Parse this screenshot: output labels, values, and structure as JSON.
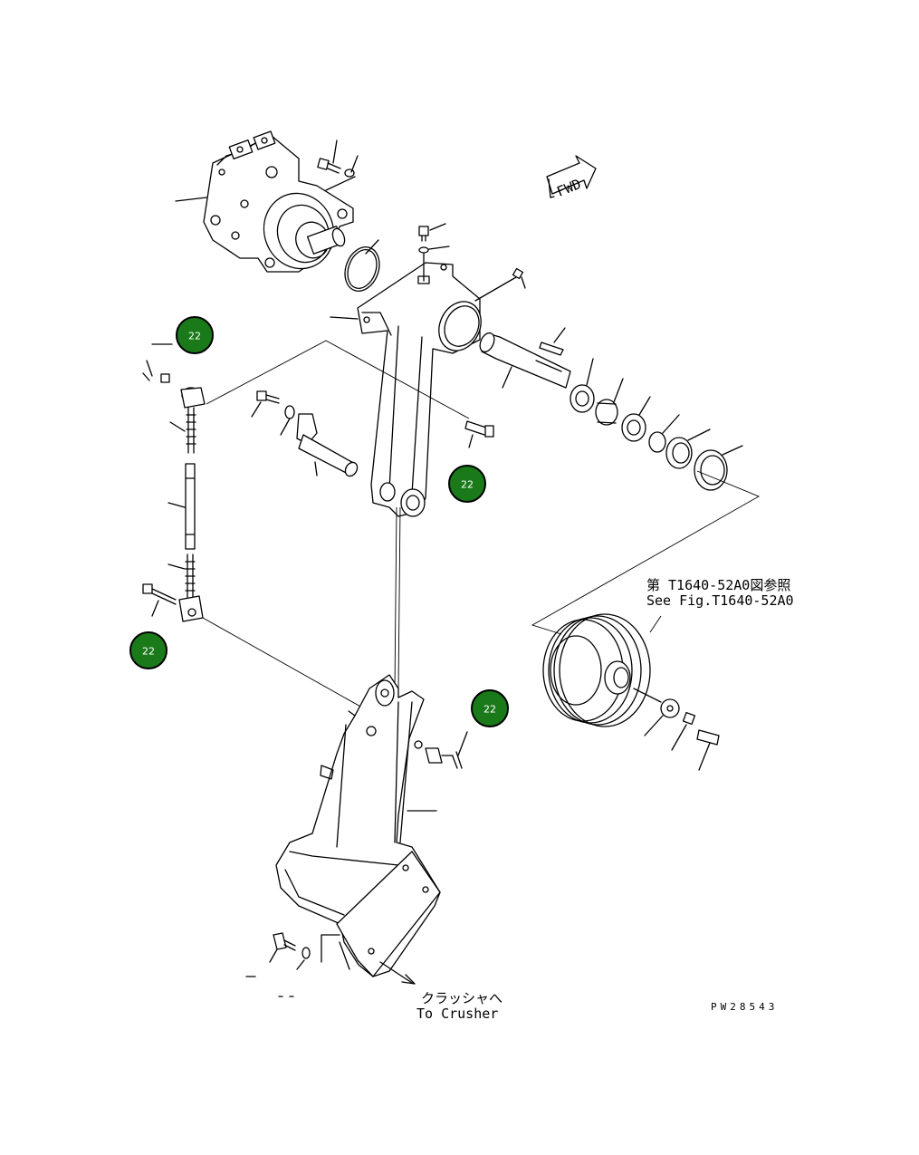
{
  "fwd_label": "FWD",
  "reference": {
    "line1": "第 T1640-52A0図参照",
    "line2": "See Fig.T1640-52A0"
  },
  "to_crusher": {
    "line1": "クラッシャへ",
    "line2": "To Crusher"
  },
  "drawing_number": "PW28543",
  "badge_color": "#1a7a1a",
  "badges": [
    {
      "label": "22"
    },
    {
      "label": "22"
    },
    {
      "label": "22"
    },
    {
      "label": "22"
    }
  ]
}
